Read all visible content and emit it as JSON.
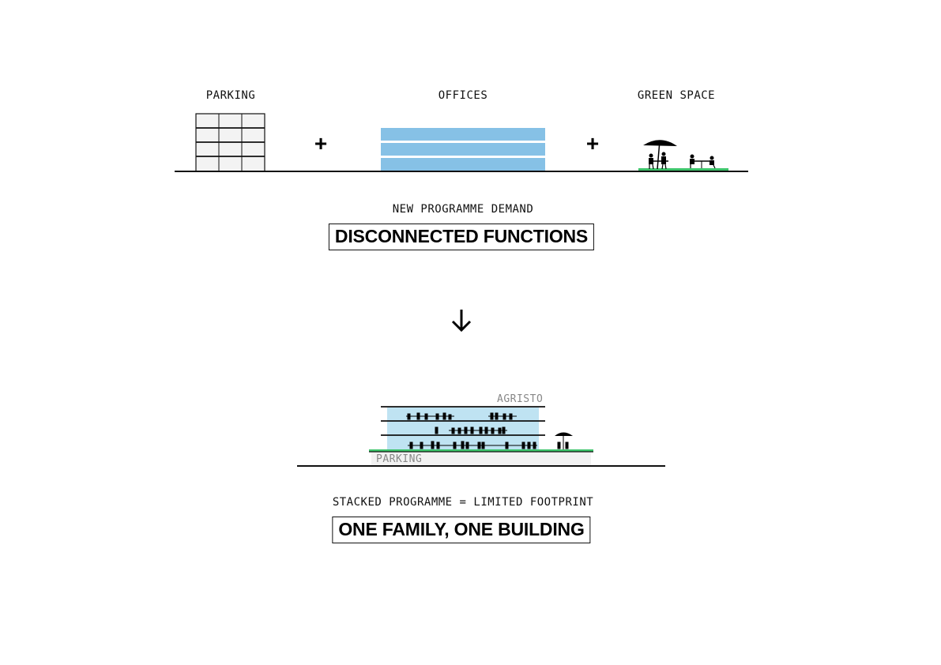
{
  "top": {
    "parking_label": "PARKING",
    "offices_label": "OFFICES",
    "green_label": "GREEN SPACE",
    "plus_symbol": "+",
    "caption": "NEW PROGRAMME DEMAND",
    "title": "DISCONNECTED FUNCTIONS"
  },
  "arrow_symbol": "down-arrow-icon",
  "bottom": {
    "roof_label": "AGRISTO",
    "parking_label": "PARKING",
    "caption": "STACKED PROGRAMME = LIMITED FOOTPRINT",
    "title": "ONE FAMILY, ONE BUILDING"
  },
  "colors": {
    "office_blue": "#86c1e6",
    "light_blue": "#bfe3f2",
    "green": "#3cc46a",
    "parking_grey": "#f2f2f2",
    "line": "#111111",
    "grey_text": "#888888"
  }
}
